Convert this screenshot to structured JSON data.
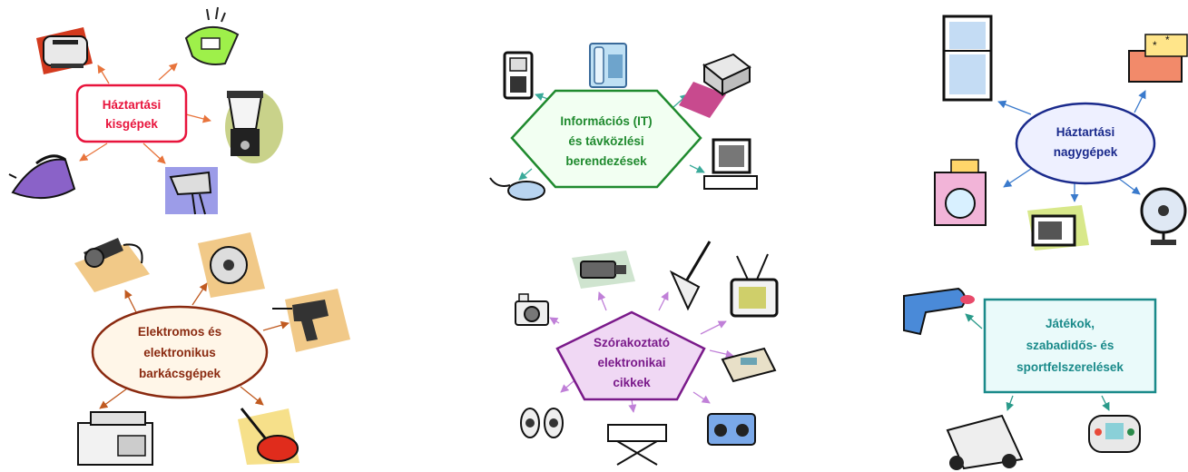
{
  "categories": {
    "household_small": {
      "title_lines": [
        "Háztartási",
        "kisgépek"
      ],
      "color": "#e8143c",
      "fill": "#ffffff",
      "arrow_color": "#e8743c",
      "icons": [
        "toaster-icon",
        "kitchen-scale-icon",
        "blender-icon",
        "hand-mixer-icon",
        "iron-icon"
      ]
    },
    "it_telecom": {
      "title_lines": [
        "Információs (IT)",
        "és távközlési",
        "berendezések"
      ],
      "color": "#1f8a2e",
      "fill": "#f2fff2",
      "arrow_color": "#3aaa9a",
      "icons": [
        "pda-icon",
        "desk-phone-icon",
        "printer-icon",
        "computer-mouse-icon",
        "computer-monitor-icon"
      ]
    },
    "household_large": {
      "title_lines": [
        "Háztartási",
        "nagygépek"
      ],
      "color": "#1a2a8c",
      "fill": "#eef0ff",
      "arrow_color": "#3a7acc",
      "icons": [
        "refrigerator-icon",
        "freezer-chest-icon",
        "washing-machine-icon",
        "microwave-icon",
        "electric-fan-icon"
      ]
    },
    "diy_tools": {
      "title_lines": [
        "Elektromos és",
        "elektronikus",
        "barkácsgépek"
      ],
      "color": "#8a2a10",
      "fill": "#fff6e8",
      "arrow_color": "#c05a20",
      "icons": [
        "angle-grinder-icon",
        "circular-saw-icon",
        "power-drill-icon",
        "sewing-machine-icon",
        "lawn-mower-icon"
      ]
    },
    "entertainment": {
      "title_lines": [
        "Szórakoztató",
        "elektronikai",
        "cikkek"
      ],
      "color": "#7a1a8a",
      "fill": "#f0d8f4",
      "arrow_color": "#c080d8",
      "icons": [
        "photo-camera-icon",
        "video-camera-icon",
        "electric-guitar-icon",
        "television-icon",
        "calculator-icon",
        "speakers-icon",
        "keyboard-synth-icon",
        "boombox-icon"
      ]
    },
    "toys_sports": {
      "title_lines": [
        "Játékok,",
        "szabadidős- és",
        "sportfelszerelések"
      ],
      "color": "#1a8a8a",
      "fill": "#eafafa",
      "arrow_color": "#2a9a8a",
      "icons": [
        "toy-ray-gun-icon",
        "rc-car-icon",
        "handheld-game-icon"
      ]
    }
  }
}
